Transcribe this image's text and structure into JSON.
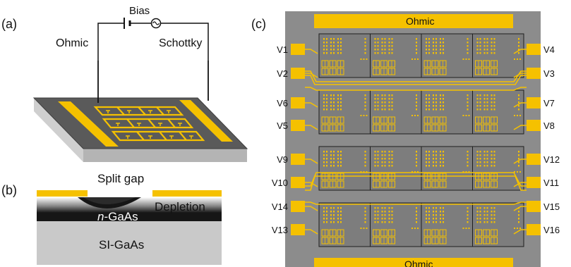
{
  "panels": {
    "a": {
      "label": "(a)",
      "bias": "Bias",
      "ohmic": "Ohmic",
      "schottky": "Schottky"
    },
    "b": {
      "label": "(b)",
      "split_gap": "Split gap",
      "depletion": "Depletion",
      "n_prefix": "n",
      "n_suffix": "-GaAs",
      "substrate": "SI-GaAs"
    },
    "c": {
      "label": "(c)",
      "ohmic_top": "Ohmic",
      "ohmic_bottom": "Ohmic",
      "left_pads": [
        "V1",
        "V2",
        "V6",
        "V5",
        "V9",
        "V10",
        "V14",
        "V13"
      ],
      "right_pads": [
        "V4",
        "V3",
        "V7",
        "V8",
        "V12",
        "V11",
        "V15",
        "V16"
      ]
    }
  },
  "colors": {
    "gold": "#f5c100",
    "gray_chip": "#8c8c8c",
    "dark": "#2b2b2b"
  }
}
